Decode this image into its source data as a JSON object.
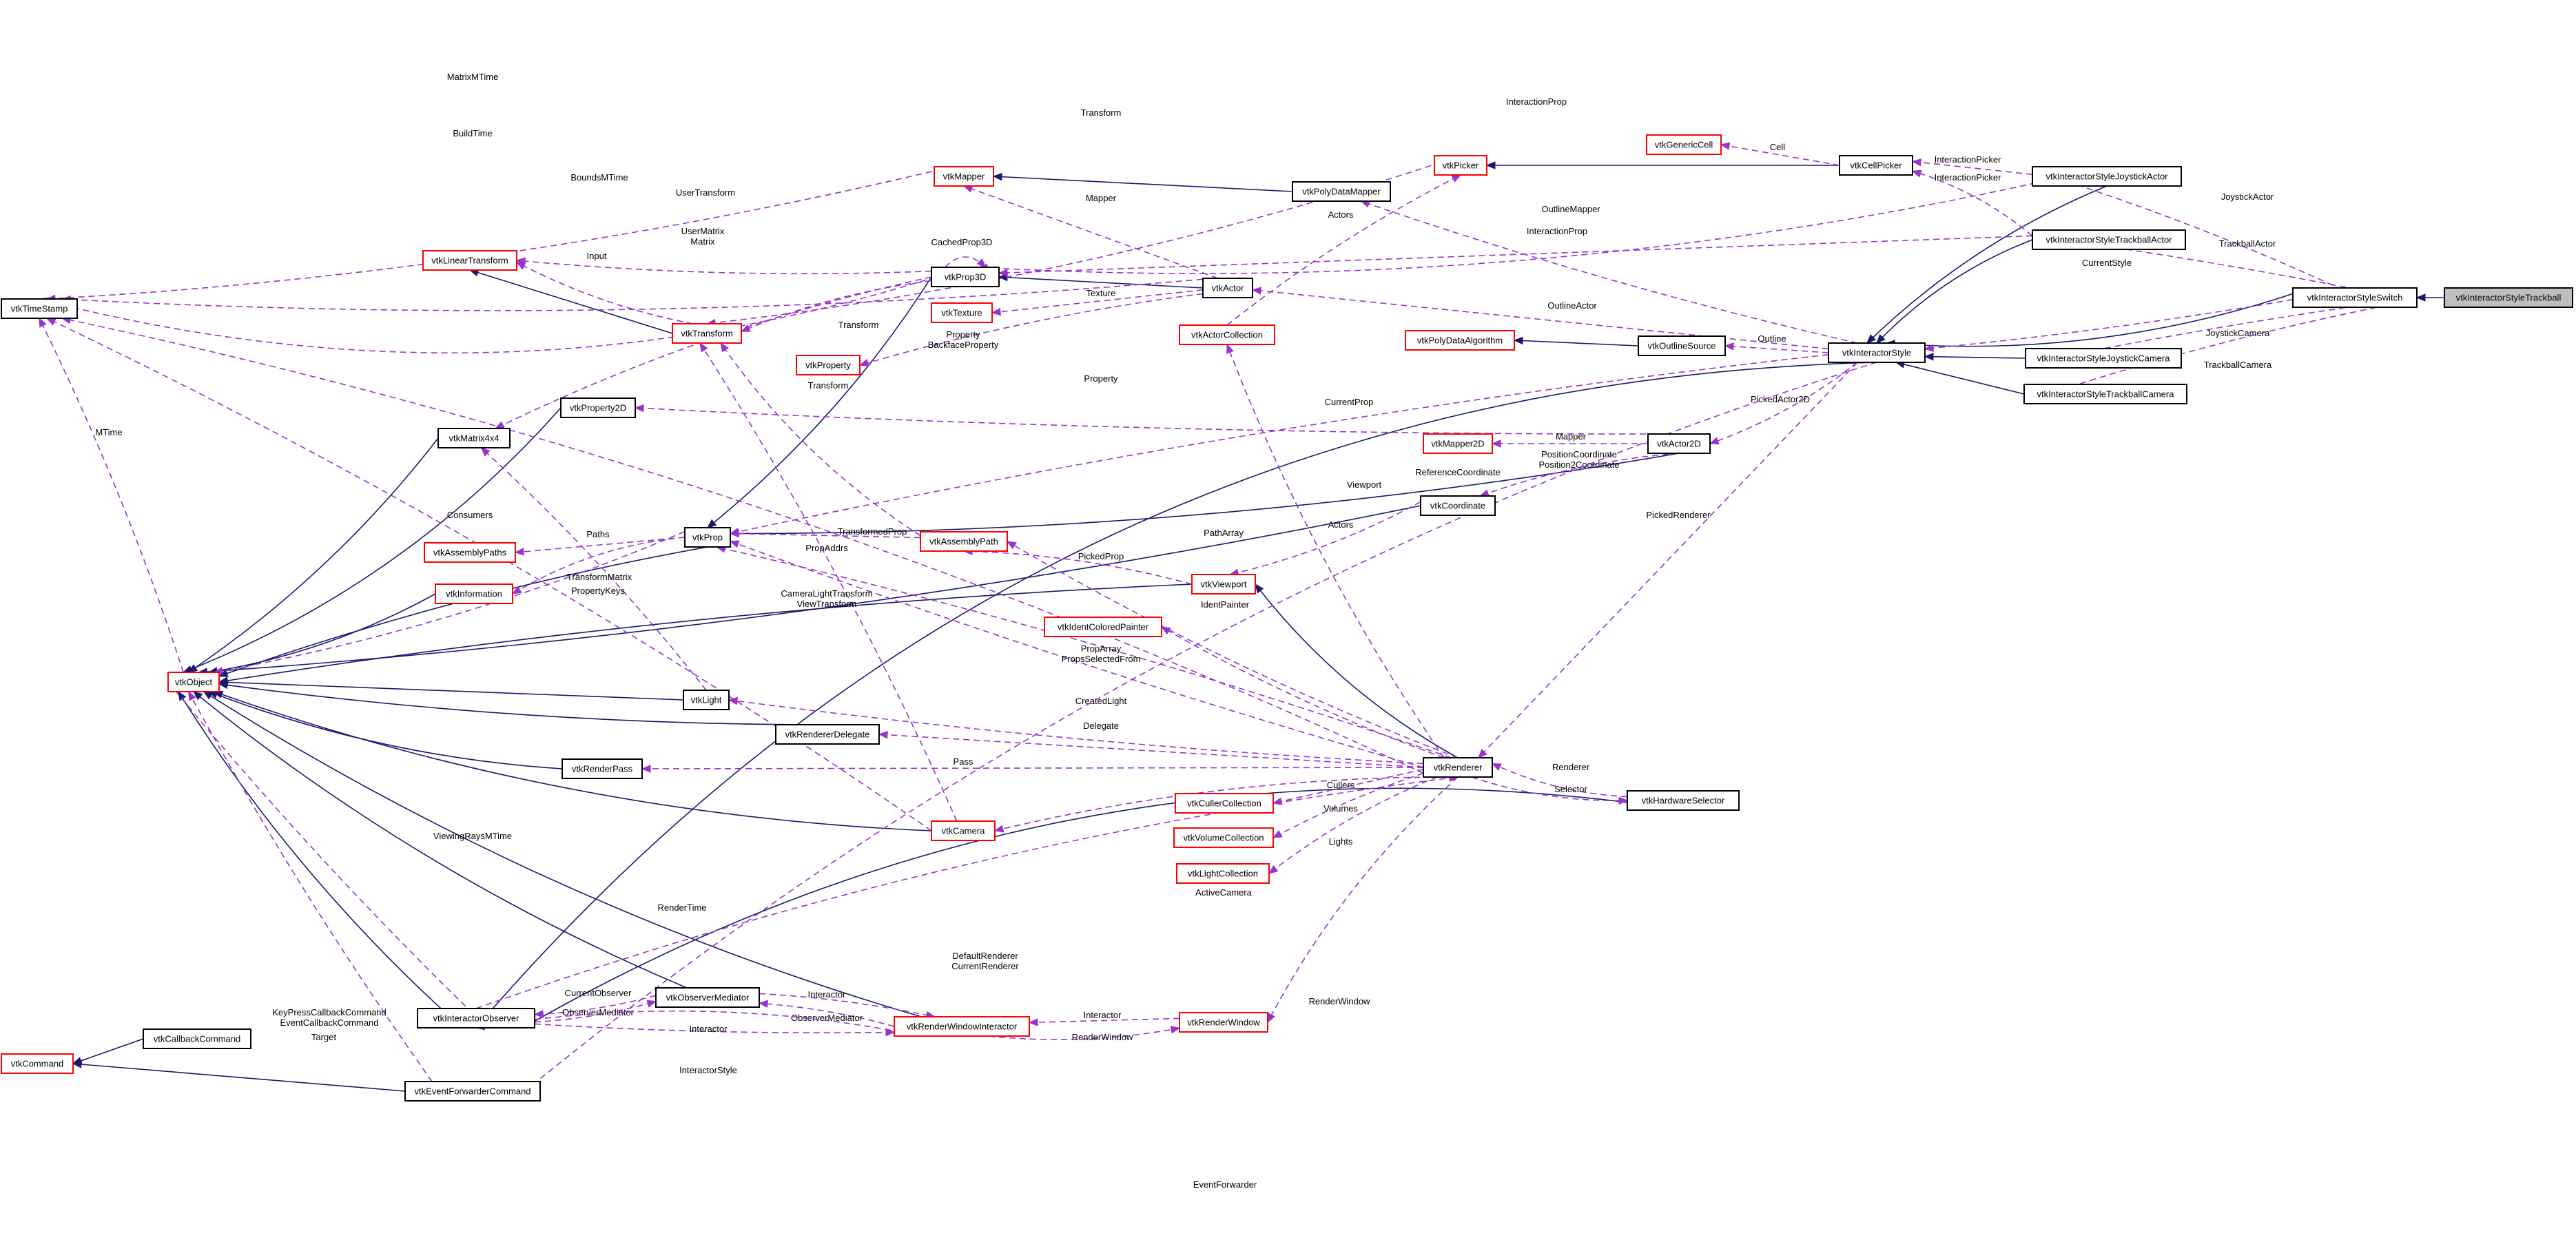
{
  "nodes": {
    "vtkTimeStamp": {
      "label": "vtkTimeStamp",
      "border": "black"
    },
    "vtkObject": {
      "label": "vtkObject",
      "border": "red"
    },
    "vtkCommand": {
      "label": "vtkCommand",
      "border": "red"
    },
    "vtkCallbackCommand": {
      "label": "vtkCallbackCommand",
      "border": "black"
    },
    "vtkEventForwarderCommand": {
      "label": "vtkEventForwarderCommand",
      "border": "black"
    },
    "vtkInteractorObserver": {
      "label": "vtkInteractorObserver",
      "border": "black"
    },
    "vtkLinearTransform": {
      "label": "vtkLinearTransform",
      "border": "red"
    },
    "vtkTransform": {
      "label": "vtkTransform",
      "border": "red"
    },
    "vtkMatrix4x4": {
      "label": "vtkMatrix4x4",
      "border": "black"
    },
    "vtkProperty2D": {
      "label": "vtkProperty2D",
      "border": "black"
    },
    "vtkProperty": {
      "label": "vtkProperty",
      "border": "red"
    },
    "vtkTexture": {
      "label": "vtkTexture",
      "border": "red"
    },
    "vtkMapper": {
      "label": "vtkMapper",
      "border": "red"
    },
    "vtkProp3D": {
      "label": "vtkProp3D",
      "border": "black"
    },
    "vtkActor": {
      "label": "vtkActor",
      "border": "black"
    },
    "vtkAssemblyPaths": {
      "label": "vtkAssemblyPaths",
      "border": "red"
    },
    "vtkInformation": {
      "label": "vtkInformation",
      "border": "red"
    },
    "vtkProp": {
      "label": "vtkProp",
      "border": "black"
    },
    "vtkAssemblyPath": {
      "label": "vtkAssemblyPath",
      "border": "red"
    },
    "vtkLight": {
      "label": "vtkLight",
      "border": "black"
    },
    "vtkRendererDelegate": {
      "label": "vtkRendererDelegate",
      "border": "black"
    },
    "vtkRenderPass": {
      "label": "vtkRenderPass",
      "border": "black"
    },
    "vtkCamera": {
      "label": "vtkCamera",
      "border": "red"
    },
    "vtkObserverMediator": {
      "label": "vtkObserverMediator",
      "border": "black"
    },
    "vtkRenderWindowInteractor": {
      "label": "vtkRenderWindowInteractor",
      "border": "red"
    },
    "vtkRenderWindow": {
      "label": "vtkRenderWindow",
      "border": "red"
    },
    "vtkViewport": {
      "label": "vtkViewport",
      "border": "red"
    },
    "vtkIdentColoredPainter": {
      "label": "vtkIdentColoredPainter",
      "border": "red"
    },
    "vtkCullerCollection": {
      "label": "vtkCullerCollection",
      "border": "red"
    },
    "vtkVolumeCollection": {
      "label": "vtkVolumeCollection",
      "border": "red"
    },
    "vtkLightCollection": {
      "label": "vtkLightCollection",
      "border": "red"
    },
    "vtkRenderer": {
      "label": "vtkRenderer",
      "border": "black"
    },
    "vtkHardwareSelector": {
      "label": "vtkHardwareSelector",
      "border": "black"
    },
    "vtkPicker": {
      "label": "vtkPicker",
      "border": "red"
    },
    "vtkGenericCell": {
      "label": "vtkGenericCell",
      "border": "red"
    },
    "vtkCellPicker": {
      "label": "vtkCellPicker",
      "border": "black"
    },
    "vtkPolyDataMapper": {
      "label": "vtkPolyDataMapper",
      "border": "black"
    },
    "vtkActorCollection": {
      "label": "vtkActorCollection",
      "border": "red"
    },
    "vtkPolyDataAlgorithm": {
      "label": "vtkPolyDataAlgorithm",
      "border": "red"
    },
    "vtkOutlineSource": {
      "label": "vtkOutlineSource",
      "border": "black"
    },
    "vtkMapper2D": {
      "label": "vtkMapper2D",
      "border": "red"
    },
    "vtkActor2D": {
      "label": "vtkActor2D",
      "border": "black"
    },
    "vtkCoordinate": {
      "label": "vtkCoordinate",
      "border": "black"
    },
    "vtkInteractorStyle": {
      "label": "vtkInteractorStyle",
      "border": "black"
    },
    "vtkInteractorStyleJoystickActor": {
      "label": "vtkInteractorStyleJoystickActor",
      "border": "black"
    },
    "vtkInteractorStyleTrackballActor": {
      "label": "vtkInteractorStyleTrackballActor",
      "border": "black"
    },
    "vtkInteractorStyleJoystickCamera": {
      "label": "vtkInteractorStyleJoystickCamera",
      "border": "black"
    },
    "vtkInteractorStyleTrackballCamera": {
      "label": "vtkInteractorStyleTrackballCamera",
      "border": "black"
    },
    "vtkInteractorStyleSwitch": {
      "label": "vtkInteractorStyleSwitch",
      "border": "black"
    },
    "vtkInteractorStyleTrackball": {
      "label": "vtkInteractorStyleTrackball",
      "border": "grey"
    }
  },
  "edge_labels": {
    "MatrixMTime": "MatrixMTime",
    "BuildTime": "BuildTime",
    "BoundsMTime": "BoundsMTime",
    "MTime": "MTime",
    "ViewingRaysMTime": "ViewingRaysMTime",
    "RenderTime": "RenderTime",
    "Transform_prop": "Transform",
    "UserTransform": "UserTransform",
    "Input": "Input",
    "UserMatrix": "UserMatrix\nMatrix",
    "CachedProp3D": "CachedProp3D",
    "Transform_t": "Transform",
    "Transform_ap": "Transform",
    "Texture": "Texture",
    "Property": "Property\nBackfaceProperty",
    "Mapper": "Mapper",
    "Actors_coll": "Actors",
    "InteractionProp_top": "InteractionProp",
    "InteractionProp_mid": "InteractionProp",
    "Cell": "Cell",
    "InteractionPicker_1": "InteractionPicker",
    "InteractionPicker_2": "InteractionPicker",
    "OutlineMapper": "OutlineMapper",
    "OutlineActor": "OutlineActor",
    "Outline": "Outline",
    "Property2D": "Property",
    "CurrentProp": "CurrentProp",
    "PickedActor2D": "PickedActor2D",
    "Mapper2D": "Mapper",
    "PositionCoordinate": "PositionCoordinate\nPosition2Coordinate",
    "ReferenceCoordinate": "ReferenceCoordinate",
    "Viewport": "Viewport",
    "Actors_r": "Actors",
    "PickedRenderer": "PickedRenderer",
    "Consumers": "Consumers",
    "Paths": "Paths",
    "TransformedProp": "TransformedProp",
    "PropAddrs": "PropAddrs",
    "PathArray": "PathArray",
    "PickedProp": "PickedProp",
    "TransformMatrix": "TransformMatrix",
    "PropertyKeys": "PropertyKeys",
    "CameraLightTransform": "CameraLightTransform\nViewTransform",
    "IdentPainter": "IdentPainter",
    "PropArray": "PropArray\nPropsSelectedFrom",
    "CreatedLight": "CreatedLight",
    "Delegate": "Delegate",
    "Pass": "Pass",
    "Renderer": "Renderer",
    "Selector": "Selector",
    "Cullers": "Cullers",
    "Volumes": "Volumes",
    "Lights": "Lights",
    "ActiveCamera": "ActiveCamera",
    "DefaultRenderer": "DefaultRenderer\nCurrentRenderer",
    "RenderWindow_r": "RenderWindow",
    "CurrentObserver": "CurrentObserver",
    "ObserverMediator_1": "ObserverMediator",
    "Interactor_om": "Interactor",
    "ObserverMediator_2": "ObserverMediator",
    "Interactor_io": "Interactor",
    "Interactor_rw": "Interactor",
    "RenderWindow_rwi": "RenderWindow",
    "InteractorStyle": "InteractorStyle",
    "KeyPressCallbackCommand": "KeyPressCallbackCommand\nEventCallbackCommand",
    "Target": "Target",
    "EventForwarder": "EventForwarder",
    "JoystickActor": "JoystickActor",
    "TrackballActor": "TrackballActor",
    "CurrentStyle": "CurrentStyle",
    "JoystickCamera": "JoystickCamera",
    "TrackballCamera": "TrackballCamera"
  }
}
